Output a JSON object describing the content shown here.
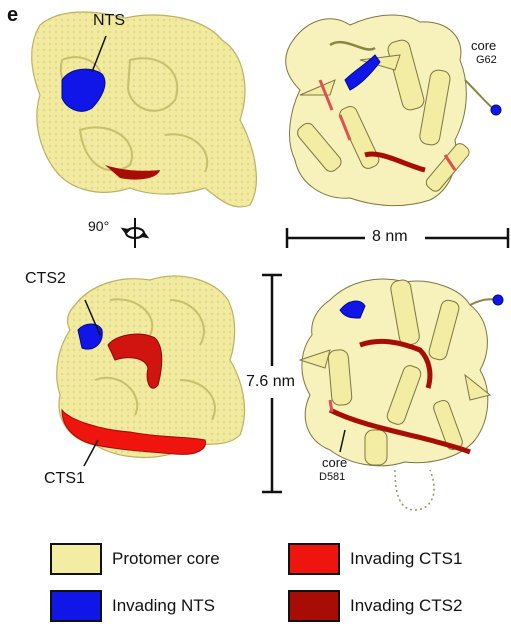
{
  "panel_letter": "e",
  "labels": {
    "nts": "NTS",
    "core_top": "core",
    "g62": "G62",
    "rotation": "90°",
    "scale_width": "8 nm",
    "scale_height": "7.6 nm",
    "cts2": "CTS2",
    "cts1": "CTS1",
    "core_bottom": "core",
    "d581": "D581"
  },
  "legend": {
    "protomer_core": "Protomer core",
    "invading_nts": "Invading NTS",
    "invading_cts1": "Invading CTS1",
    "invading_cts2": "Invading CTS2"
  },
  "colors": {
    "core": "#f3eca3",
    "nts": "#1016e8",
    "cts1": "#f0140e",
    "cts2": "#a80d05"
  }
}
